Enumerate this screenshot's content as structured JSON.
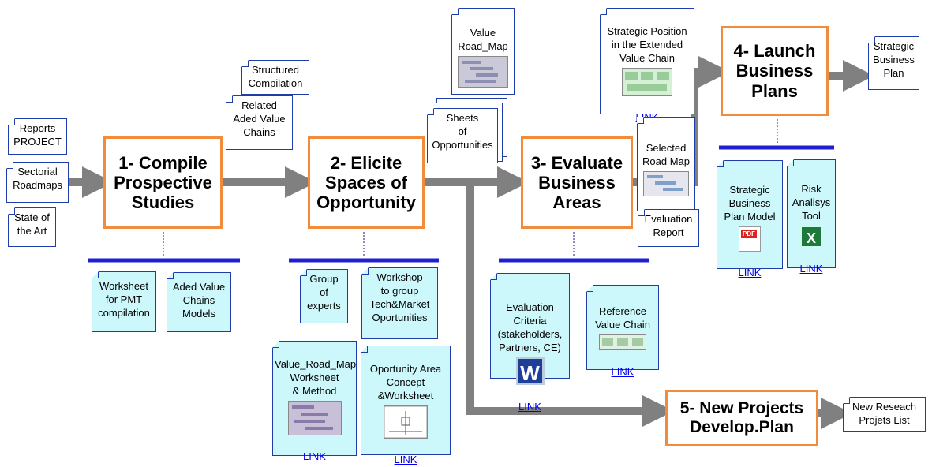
{
  "stages": [
    {
      "id": "s1",
      "label": "1- Compile\nProspective\nStudies"
    },
    {
      "id": "s2",
      "label": "2- Elicite\nSpaces of\nOpportunity"
    },
    {
      "id": "s3",
      "label": "3- Evaluate\nBusiness\nAreas"
    },
    {
      "id": "s4",
      "label": "4- Launch\nBusiness\nPlans"
    },
    {
      "id": "s5",
      "label": "5- New Projects\nDevelop.Plan"
    }
  ],
  "inputs": {
    "reports_project": "Reports\nPROJECT",
    "sectorial_roadmaps": "Sectorial\nRoadmaps",
    "state_of_art": "State of\nthe Art"
  },
  "docs": {
    "structured_compilation": "Structured\nCompilation",
    "related_chains": "Related\nAded Value\nChains",
    "value_road_map": "Value\nRoad_Map",
    "sheets_opportunities": "Sheets\nof\nOpportunities",
    "strategic_position": "Strategic Position\nin the Extended\nValue Chain",
    "selected_road_map": "Selected\nRoad Map",
    "evaluation_report": "Evaluation\nReport",
    "strategic_business_plan": "Strategic\nBusiness\nPlan",
    "new_research_list": "New Reseach\nProjets List"
  },
  "tools": {
    "worksheet_pmt": "Worksheet\nfor PMT\ncompilation",
    "aded_value_models": "Aded Value\nChains\nModels",
    "group_experts": "Group\nof\nexperts",
    "workshop": "Workshop\nto group\nTech&Market\nOportunities",
    "value_road_map_ws": "Value_Road_Map\nWorksheet\n& Method",
    "oportunity_area": "Oportunity Area\nConcept\n&Worksheet",
    "evaluation_criteria": "Evaluation\nCriteria\n(stakeholders,\nPartners, CE)",
    "reference_value_chain": "Reference\nValue Chain",
    "sbp_model": "Strategic\nBusiness\nPlan Model",
    "risk_tool": "Risk\nAnalisys\nTool"
  },
  "link_label": "LINK",
  "icons": {
    "pdf": "pdf-icon",
    "excel": "excel-icon",
    "word": "word-icon",
    "pdf_text": "PDF",
    "excel_text": "X",
    "word_text": "W"
  },
  "colors": {
    "stage_border": "#f08c3c",
    "arrow": "#808080",
    "bar": "#1f1fd0",
    "doc_border": "#1f3da8",
    "tool_fill": "#ccf7fb",
    "link": "#0000ee"
  }
}
